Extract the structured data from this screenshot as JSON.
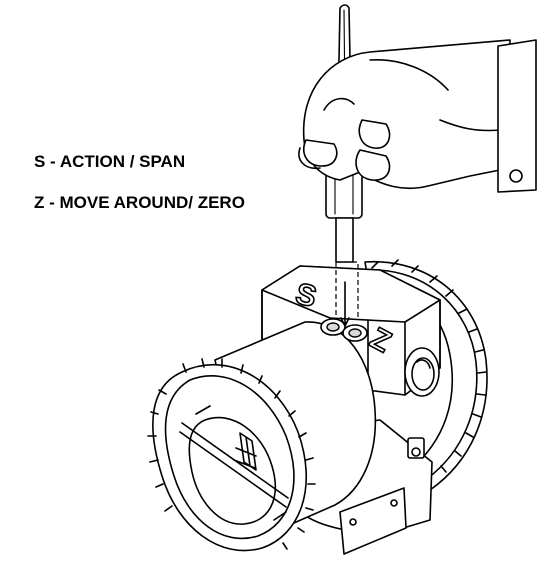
{
  "legend": {
    "s_line": "S - ACTION / SPAN",
    "z_line": "Z - MOVE AROUND/ ZERO"
  },
  "device": {
    "span_marking": "S",
    "zero_marking": "Z"
  }
}
